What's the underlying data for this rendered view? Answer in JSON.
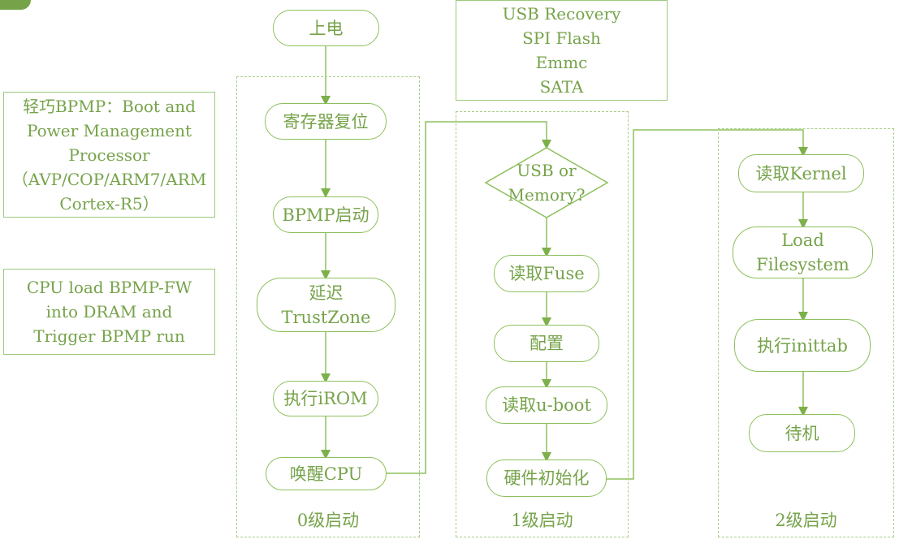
{
  "notes": {
    "bpmp": [
      "轻巧BPMP：Boot and",
      "Power Management",
      "Processor",
      "（AVP/COP/ARM7/ARM",
      "Cortex-R5）"
    ],
    "cpu_load": [
      "CPU load BPMP-FW",
      "into DRAM and",
      "Trigger BPMP run"
    ],
    "boot_media": [
      "USB Recovery",
      "SPI Flash",
      "Emmc",
      "SATA"
    ]
  },
  "stage0": {
    "label": "0级启动",
    "power_on": "上电",
    "reg_reset": "寄存器复位",
    "bpmp_start": "BPMP启动",
    "delay_trustzone": [
      "延迟",
      "TrustZone"
    ],
    "exec_irom": "执行iROM",
    "wake_cpu": "唤醒CPU"
  },
  "stage1": {
    "label": "1级启动",
    "decision": [
      "USB or",
      "Memory?"
    ],
    "read_fuse": "读取Fuse",
    "config": "配置",
    "read_uboot": "读取u-boot",
    "hw_init": "硬件初始化"
  },
  "stage2": {
    "label": "2级启动",
    "read_kernel": "读取Kernel",
    "load_fs": [
      "Load",
      "Filesystem"
    ],
    "exec_inittab": "执行inittab",
    "standby": "待机"
  },
  "colors": {
    "line": "#8dc05c",
    "text": "#76a34a",
    "dashed_border": "#a8cf8a"
  }
}
